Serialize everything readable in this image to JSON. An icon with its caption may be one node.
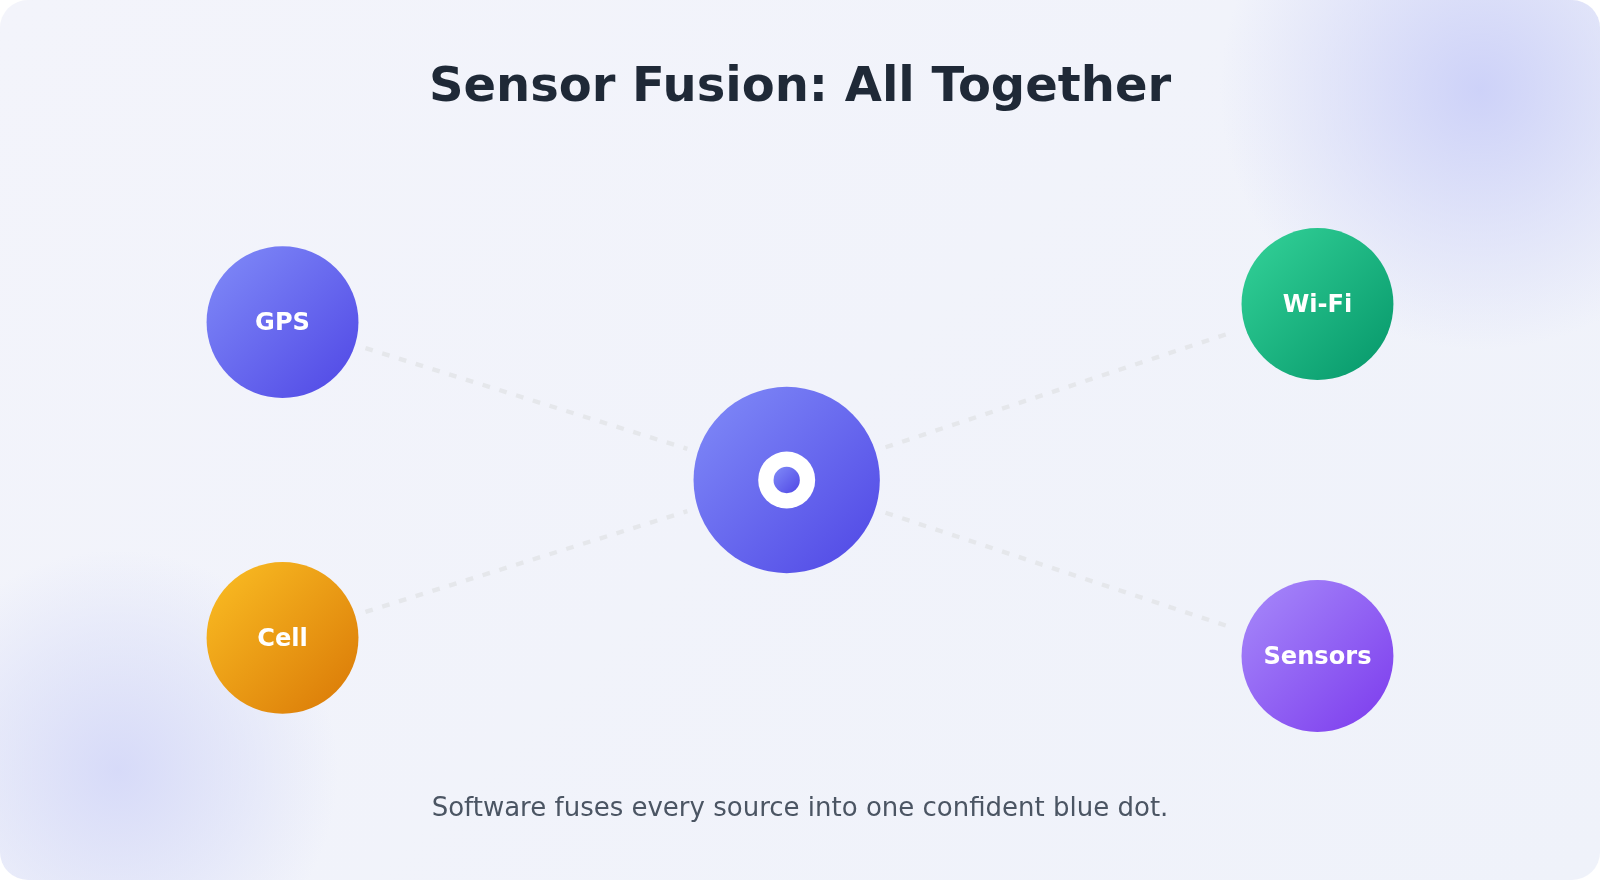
{
  "diagram": {
    "title": "Sensor Fusion: All Together",
    "caption": "Software fuses every source into one confident blue dot.",
    "nodes": [
      {
        "text": [
          "GPS"
        ]
      },
      {
        "text": [
          "Wi-Fi"
        ]
      },
      {
        "text": [],
        "shape": "circle"
      },
      {
        "text": [
          "Cell"
        ]
      },
      {
        "text": [
          "Sensors"
        ]
      }
    ],
    "edges": [
      {
        "from": 0,
        "to": 2,
        "arrow": "none",
        "style": "dashed"
      },
      {
        "from": 2,
        "to": 1,
        "arrow": "none",
        "style": "dashed"
      },
      {
        "from": 3,
        "to": 2,
        "arrow": "none",
        "style": "dashed"
      },
      {
        "from": 2,
        "to": 4,
        "arrow": "none",
        "style": "dashed"
      }
    ]
  }
}
